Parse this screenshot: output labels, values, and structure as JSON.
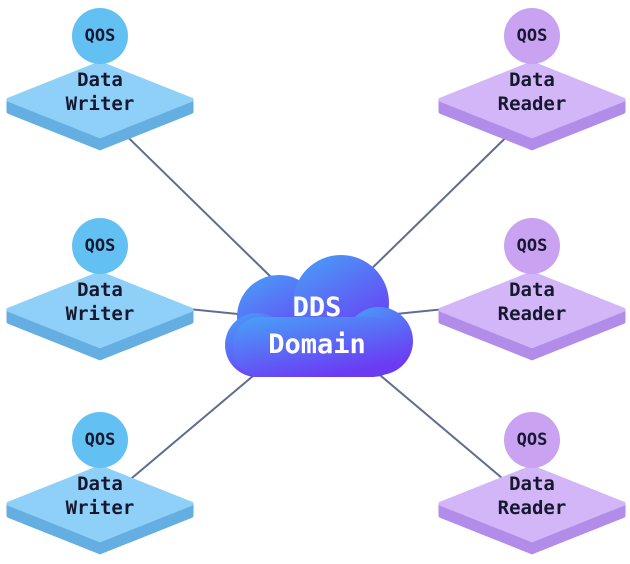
{
  "diagram": {
    "cloud": {
      "label_line1": "DDS",
      "label_line2": "Domain"
    },
    "writers": [
      {
        "qos": "QOS",
        "line1": "Data",
        "line2": "Writer"
      },
      {
        "qos": "QOS",
        "line1": "Data",
        "line2": "Writer"
      },
      {
        "qos": "QOS",
        "line1": "Data",
        "line2": "Writer"
      }
    ],
    "readers": [
      {
        "qos": "QOS",
        "line1": "Data",
        "line2": "Reader"
      },
      {
        "qos": "QOS",
        "line1": "Data",
        "line2": "Reader"
      },
      {
        "qos": "QOS",
        "line1": "Data",
        "line2": "Reader"
      }
    ]
  },
  "colors": {
    "background": "#FFFFFF",
    "connector": "#5E6E8C",
    "text": "#15182E",
    "writer_circle": "#63C0F2",
    "writer_top": "#8FD0F8",
    "writer_side": "#64AEE2",
    "reader_circle": "#C9A2F2",
    "reader_top": "#D3B6F7",
    "reader_side": "#B18CE8",
    "cloud_start": "#47A3F8",
    "cloud_end": "#6B3BF4",
    "cloud_text": "#FFFFFF"
  }
}
